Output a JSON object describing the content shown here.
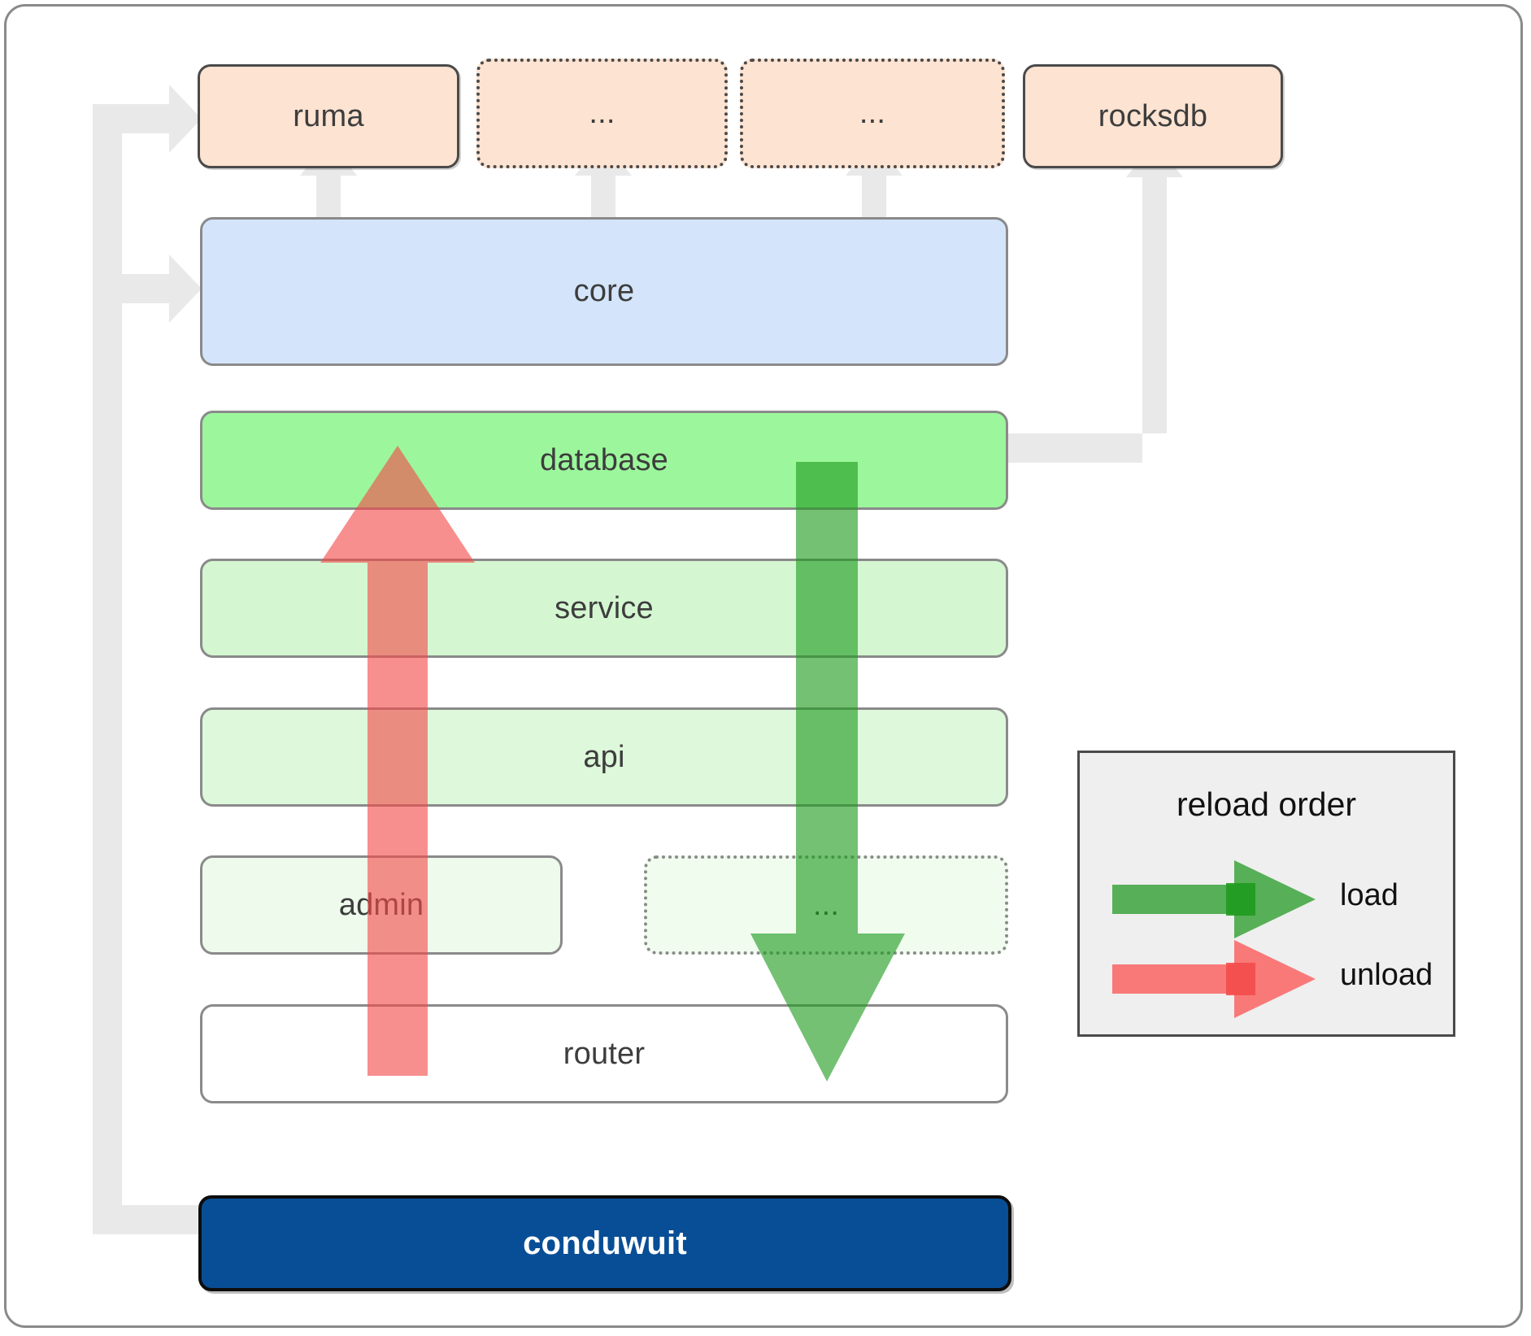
{
  "diagram": {
    "title": "conduwuit crate / reload-order architecture diagram",
    "colors": {
      "crate_fill": "#fde3d1",
      "crate_border": "#4a4a4a",
      "core_fill": "#d4e5fb",
      "database_fill": "#9cf79c",
      "service_fill": "#d4f7d1",
      "api_fill": "#ddf8da",
      "admin_fill": "#eefbec",
      "etc_fill": "#f0fcee",
      "router_fill": "#ffffff",
      "app_fill": "#084e96",
      "connector_gray": "#e8e8e8",
      "load_green": "#4aa94a",
      "unload_red": "#f97272",
      "legend_bg": "#efefef",
      "frame_border": "#8a8a8a"
    }
  },
  "crates": [
    {
      "id": "ruma",
      "label": "ruma",
      "style": "solid"
    },
    {
      "id": "etc1",
      "label": "...",
      "style": "dotted"
    },
    {
      "id": "etc2",
      "label": "...",
      "style": "dotted"
    },
    {
      "id": "rocksdb",
      "label": "rocksdb",
      "style": "solid"
    }
  ],
  "layers": [
    {
      "id": "core",
      "label": "core",
      "style": "solid"
    },
    {
      "id": "database",
      "label": "database",
      "style": "solid"
    },
    {
      "id": "service",
      "label": "service",
      "style": "solid"
    },
    {
      "id": "api",
      "label": "api",
      "style": "solid"
    },
    {
      "id": "admin",
      "label": "admin",
      "style": "solid"
    },
    {
      "id": "etc3",
      "label": "...",
      "style": "dotted"
    },
    {
      "id": "router",
      "label": "router",
      "style": "solid"
    }
  ],
  "app": {
    "id": "conduwuit",
    "label": "conduwuit"
  },
  "legend": {
    "title": "reload order",
    "items": [
      {
        "id": "load",
        "label": "load",
        "color": "#4aa94a",
        "direction": "right"
      },
      {
        "id": "unload",
        "label": "unload",
        "color": "#f97272",
        "direction": "right"
      }
    ]
  },
  "flows": [
    {
      "id": "load-arrow",
      "label": "load",
      "direction": "down",
      "from": "database",
      "to": "router",
      "color": "#3f9b3f"
    },
    {
      "id": "unload-arrow",
      "label": "unload",
      "direction": "up",
      "from": "router",
      "to": "database",
      "color": "#f86e6e"
    }
  ]
}
